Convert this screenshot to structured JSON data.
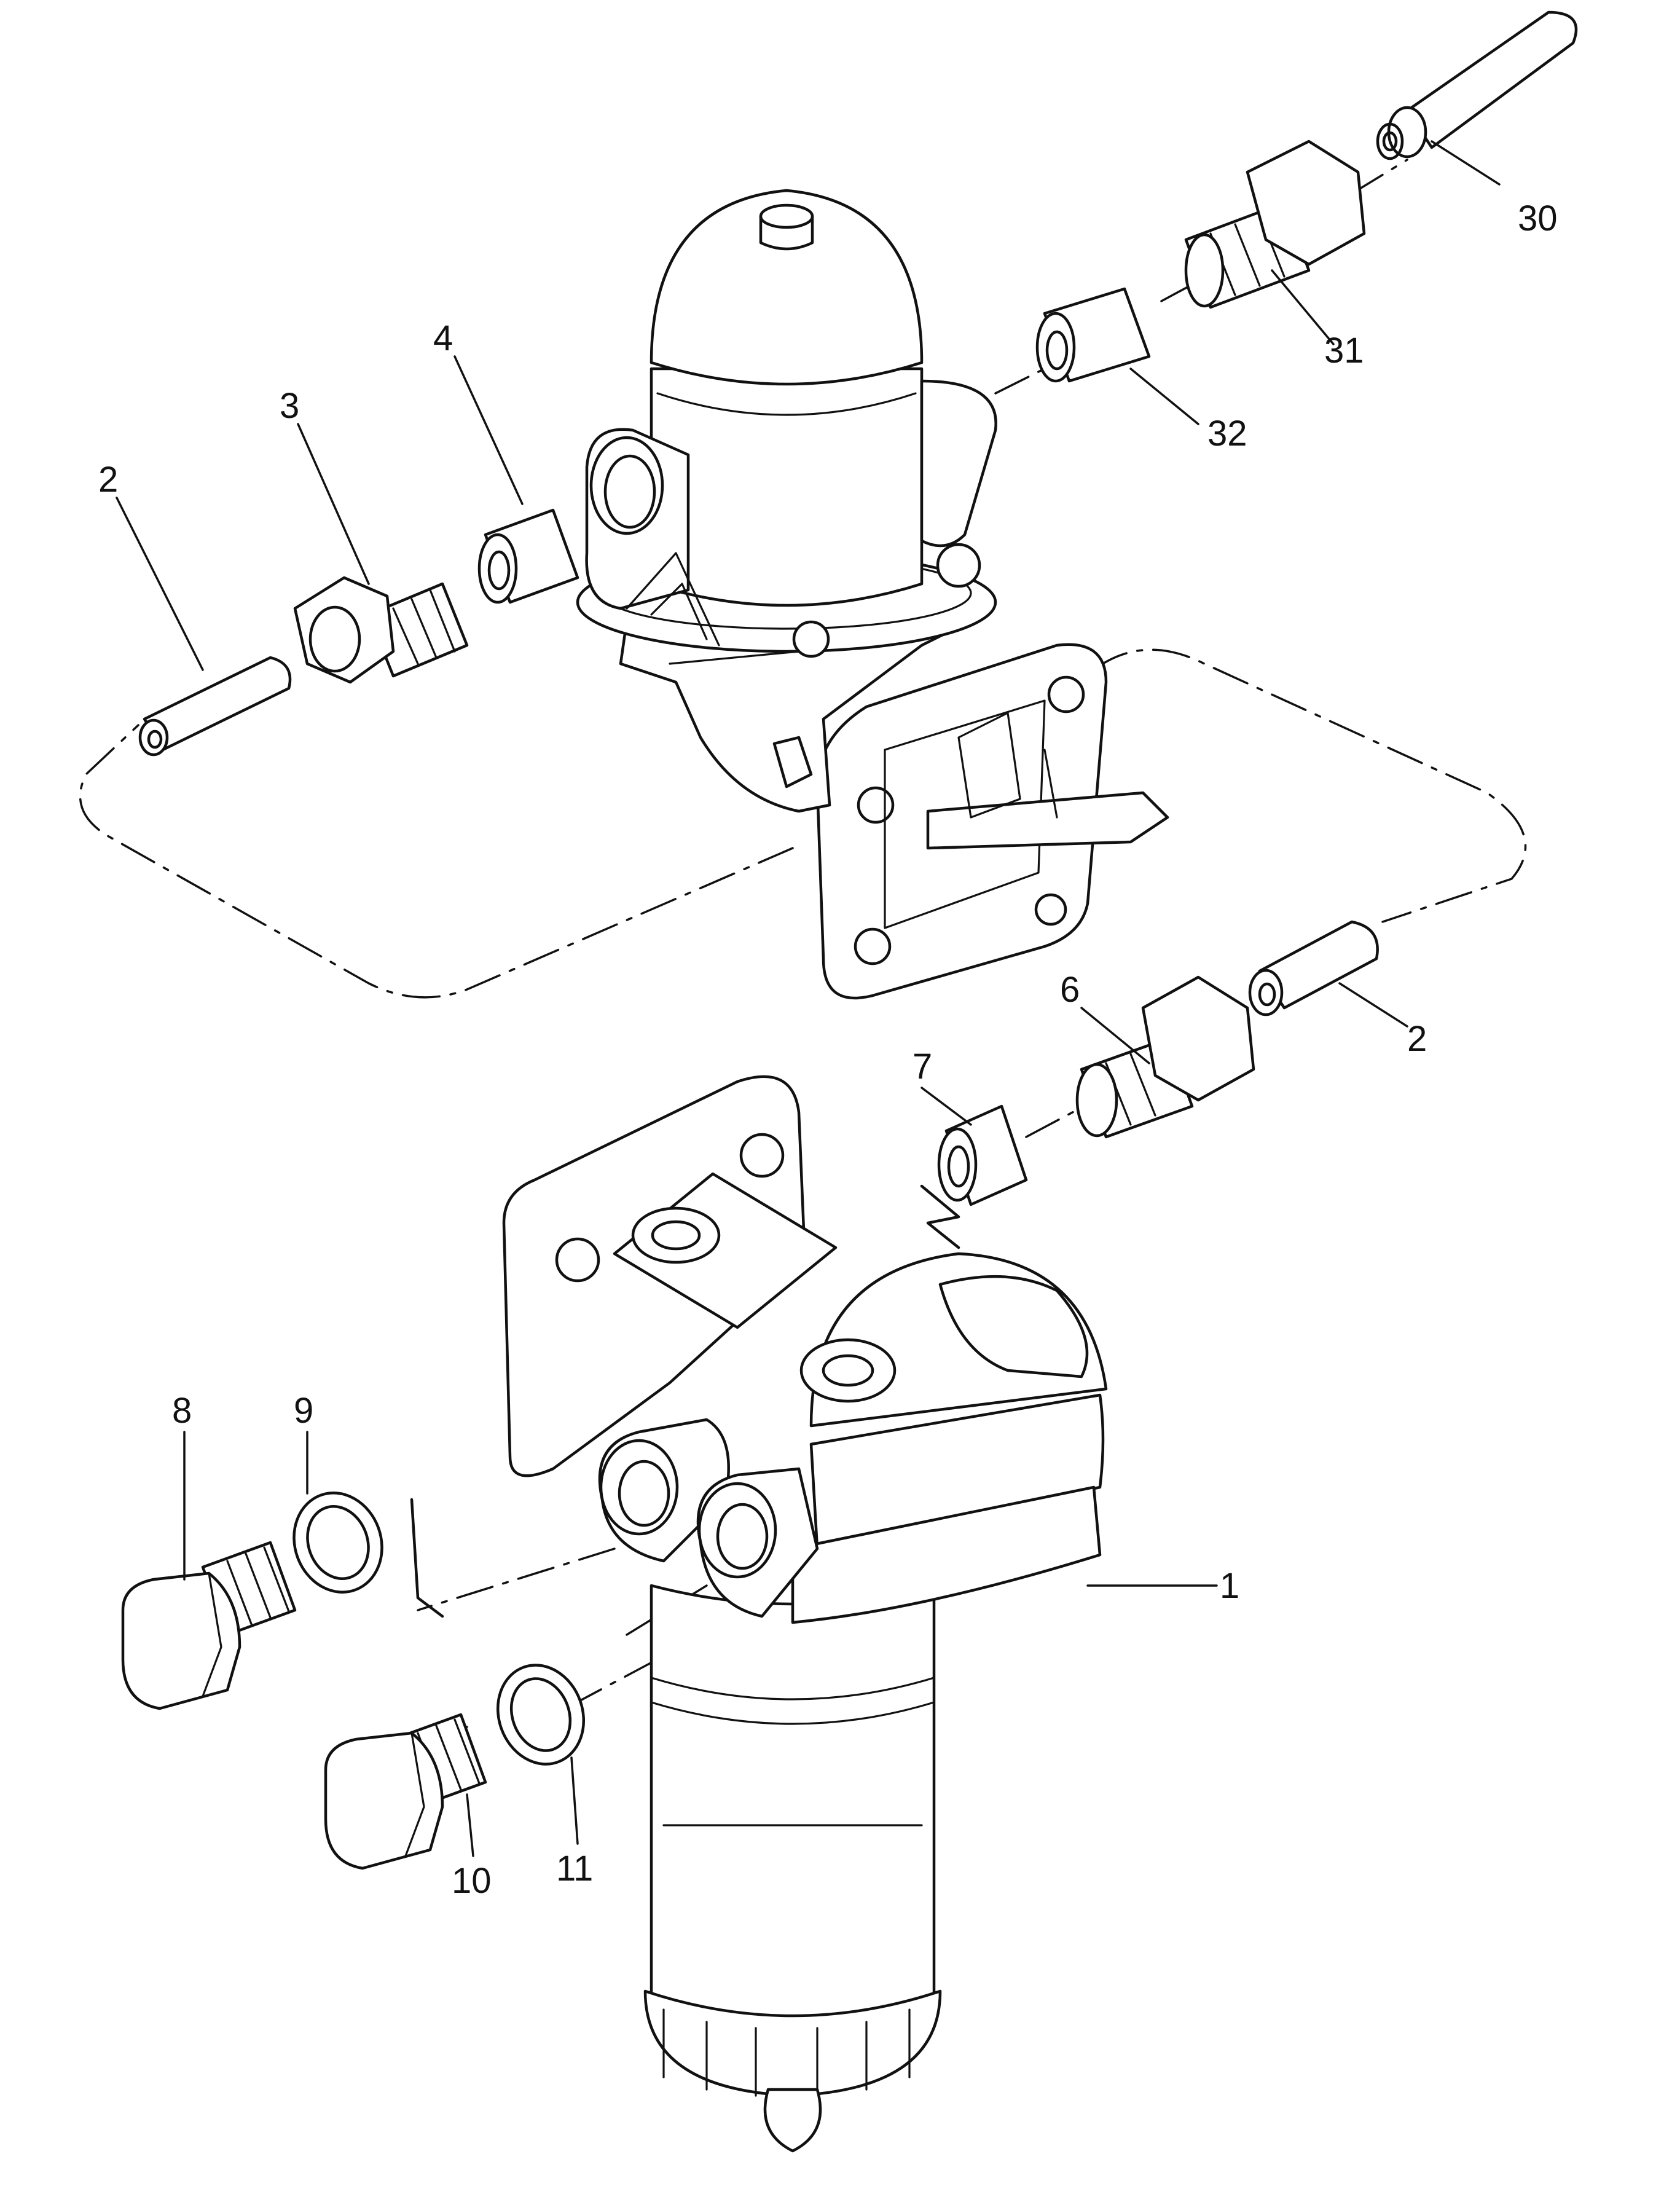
{
  "diagram": {
    "callouts": {
      "c1": "1",
      "c2a": "2",
      "c2b": "2",
      "c3": "3",
      "c4": "4",
      "c6": "6",
      "c7": "7",
      "c8": "8",
      "c9": "9",
      "c10": "10",
      "c11": "11",
      "c30": "30",
      "c31": "31",
      "c32": "32"
    }
  }
}
